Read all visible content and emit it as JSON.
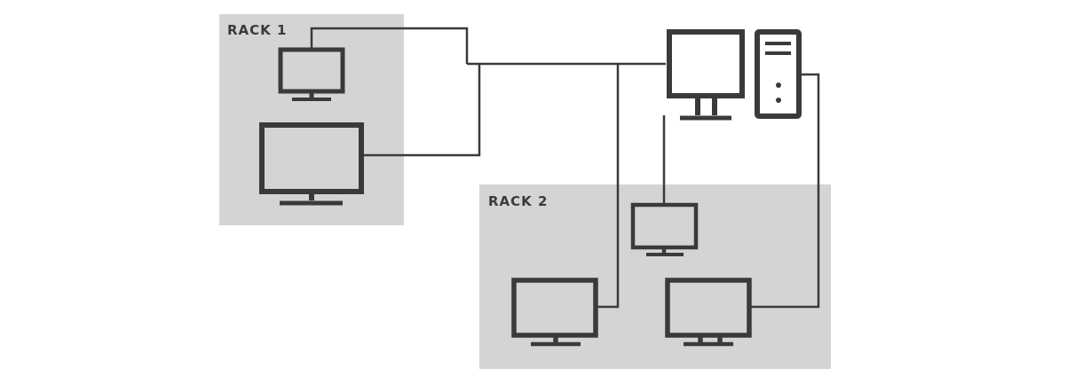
{
  "colors": {
    "background": "#ffffff",
    "rack_fill": "#d4d4d4",
    "stroke": "#3a3a3a"
  },
  "racks": [
    {
      "id": "rack-1",
      "label": "RACK 1"
    },
    {
      "id": "rack-2",
      "label": "RACK 2"
    }
  ],
  "devices": [
    {
      "id": "rack1-small-monitor",
      "icon": "monitor-icon"
    },
    {
      "id": "rack1-large-monitor",
      "icon": "monitor-icon"
    },
    {
      "id": "main-monitor",
      "icon": "monitor-icon"
    },
    {
      "id": "tower-pc",
      "icon": "desktop-tower-icon"
    },
    {
      "id": "rack2-top-monitor",
      "icon": "monitor-icon"
    },
    {
      "id": "rack2-left-monitor",
      "icon": "monitor-icon"
    },
    {
      "id": "rack2-right-monitor",
      "icon": "monitor-icon"
    }
  ],
  "connections": [
    {
      "id": "cable-rack1-small-monitor",
      "icon": "network-cable"
    },
    {
      "id": "cable-main-bus",
      "icon": "network-cable"
    },
    {
      "id": "cable-rack1-large-monitor",
      "icon": "network-cable"
    },
    {
      "id": "cable-rack2-left-monitor",
      "icon": "network-cable"
    },
    {
      "id": "cable-rack2-top-monitor",
      "icon": "network-cable"
    },
    {
      "id": "cable-rack2-right-monitor",
      "icon": "network-cable"
    }
  ]
}
